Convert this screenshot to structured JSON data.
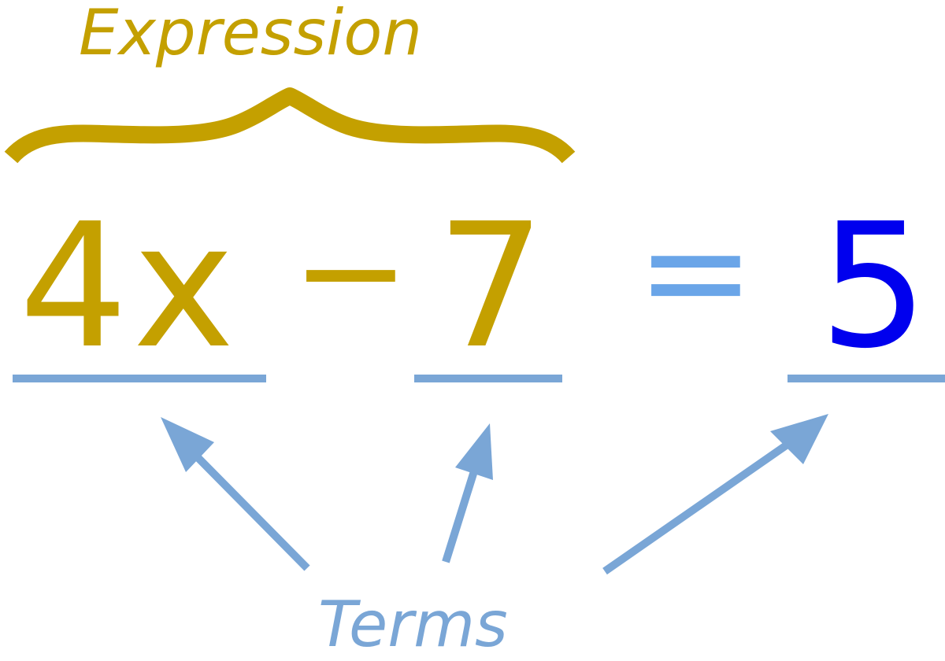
{
  "colors": {
    "expression": "#c4a000",
    "terms": "#7aa6d6",
    "equals": "#6aa5e8",
    "constant": "#0000ee"
  },
  "labels": {
    "expression": "Expression",
    "terms": "Terms"
  },
  "equation": {
    "term_1": "4x",
    "operator": "−",
    "term_2": "7",
    "equals": "=",
    "term_3": "5"
  }
}
